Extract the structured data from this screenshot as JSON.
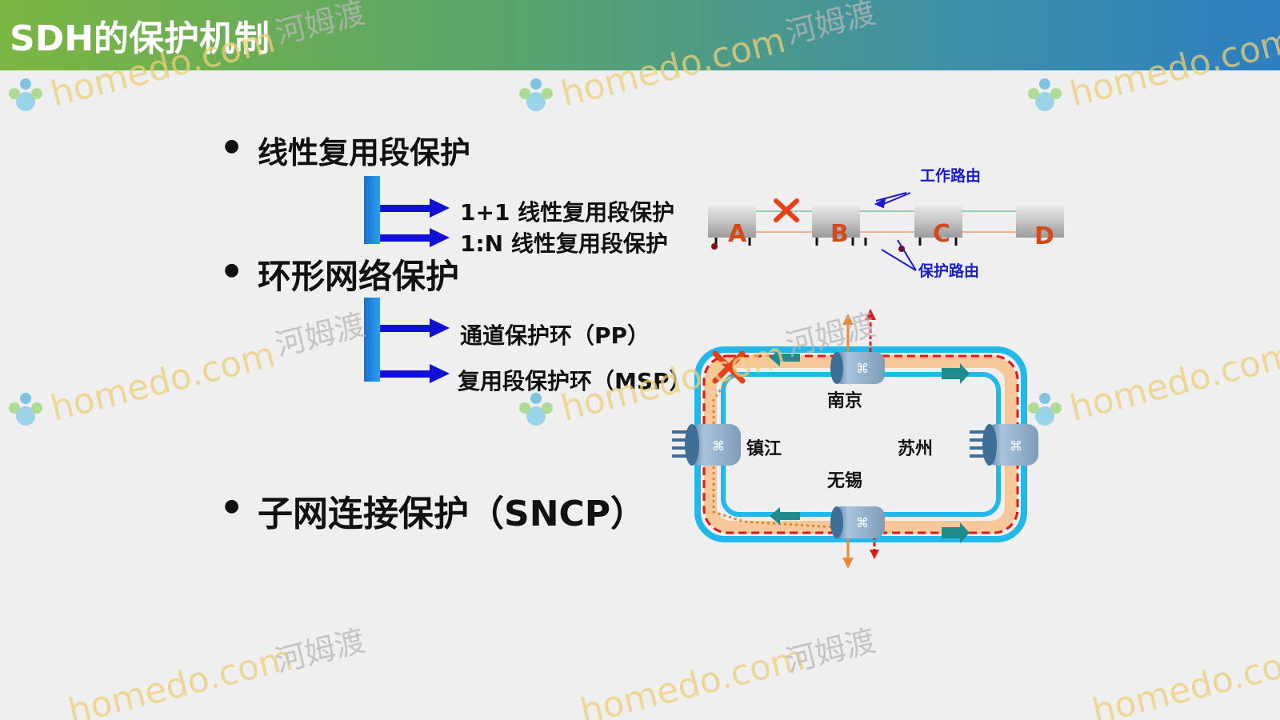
{
  "title": "SDH的保护机制",
  "sections": [
    {
      "label": "线性复用段保护",
      "subs": [
        "1+1 线性复用段保护",
        "1:N 线性复用段保护"
      ]
    },
    {
      "label": "环形网络保护",
      "subs": [
        "通道保护环（PP）",
        "复用段保护环（MSP）"
      ]
    },
    {
      "label": "子网连接保护（SNCP）",
      "subs": []
    }
  ],
  "linear_diagram": {
    "nodes": [
      "A",
      "B",
      "C",
      "D"
    ],
    "working_route_label": "工作路由",
    "protect_route_label": "保护路由"
  },
  "ring_diagram": {
    "cities": {
      "north": "南京",
      "west": "镇江",
      "east": "苏州",
      "south": "无锡"
    }
  },
  "watermarks": [
    {
      "brand": "homedo.com",
      "cn": "河姆渡"
    }
  ],
  "colors": {
    "title_gradient_start": "#7bb642",
    "title_gradient_end": "#2d7fc0",
    "arrow_blue": "#1010d8",
    "node_label_red": "#d24a1e",
    "ring_blue": "#22b8ea",
    "ring_orange": "#f9c89a",
    "protect_red": "#e01818"
  }
}
